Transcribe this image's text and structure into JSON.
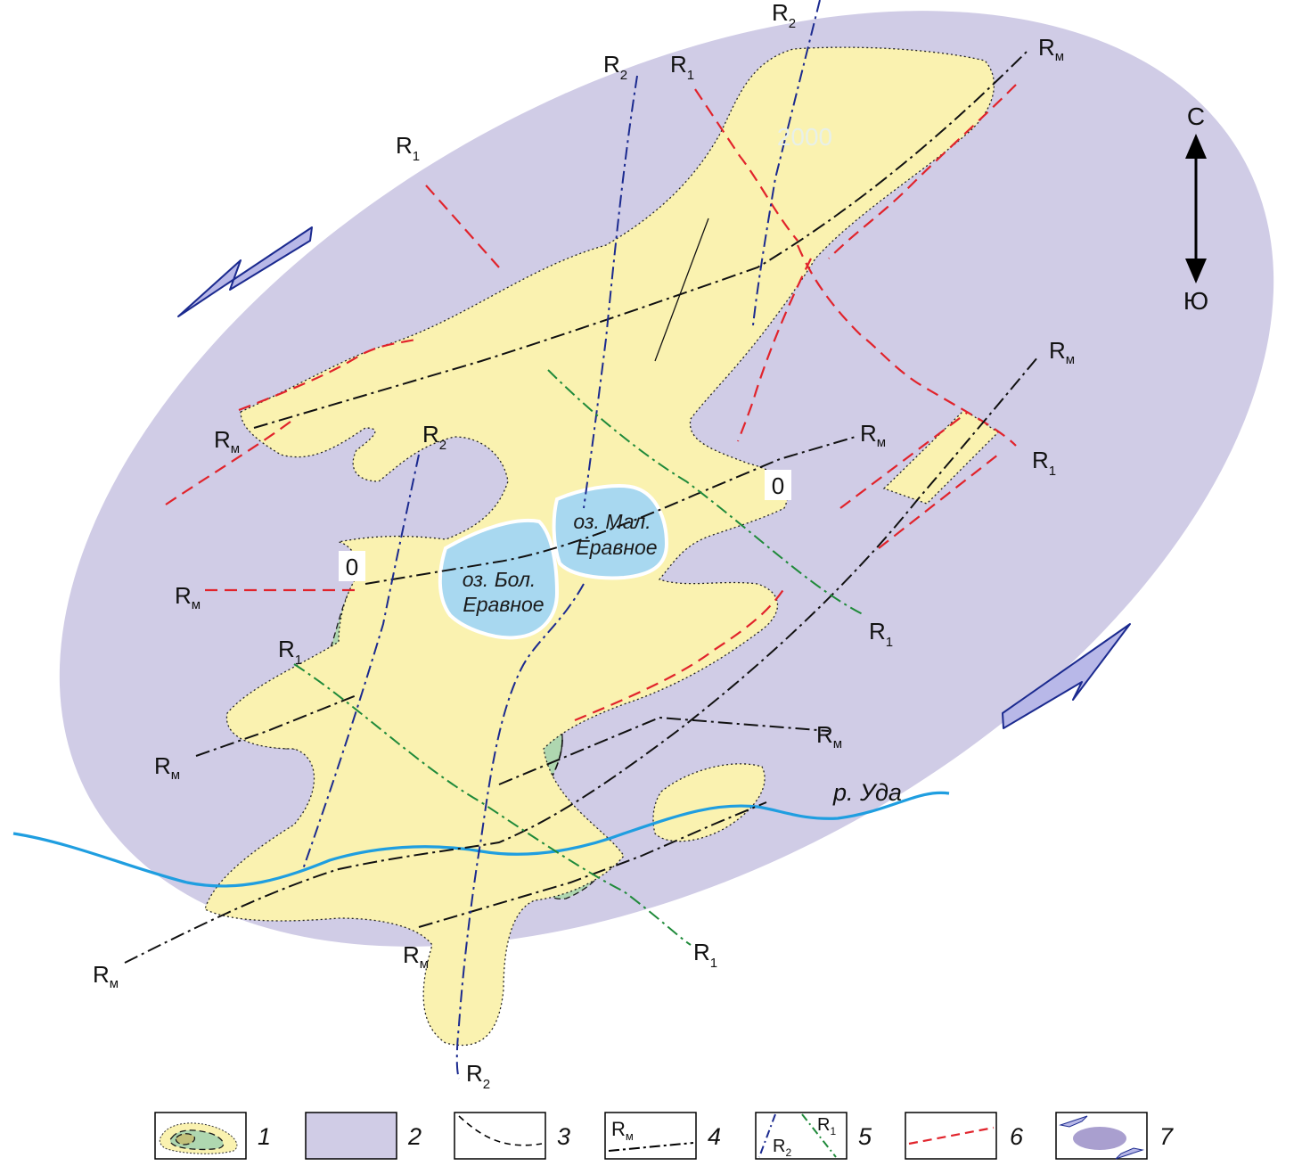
{
  "colors": {
    "ellipse": "#d0cce6",
    "sediment": "#faf2b0",
    "zone_green": "#afd7b0",
    "zone_olive": "#c2c07a",
    "zone_lime": "#bcc92a",
    "zone_dark": "#1f9c45",
    "zone_deep": "#4b8a72",
    "lake": "#a8d8f0",
    "river": "#1f9ee0",
    "axis_rm": "#111111",
    "axis_r2": "#1b2a8f",
    "axis_r1": "#1f8a3a",
    "fault": "#e1232b",
    "shear_arrow": "#b8b8e8",
    "shear_arrow_stroke": "#1b2a8f",
    "legend_ellipse": "#a99fcf"
  },
  "map_labels": {
    "peak_value": "2000",
    "contour_zero_a": "0",
    "contour_zero_b": "0",
    "lake_small_1": "оз. Мал.",
    "lake_small_2": "Еравное",
    "lake_big_1": "оз. Бол.",
    "lake_big_2": "Еравное",
    "river": "р. Уда"
  },
  "compass": {
    "north": "С",
    "south": "Ю"
  },
  "axis_labels": {
    "r": "R",
    "sub_m": "м",
    "sub_1": "1",
    "sub_2": "2"
  },
  "legend": [
    {
      "number": "1",
      "symbol": "isoline-zones"
    },
    {
      "number": "2",
      "symbol": "ellipse-fill"
    },
    {
      "number": "3",
      "symbol": "dashed-isoline"
    },
    {
      "number": "4",
      "symbol": "axis-Rm",
      "label": "R",
      "label_sub": "м"
    },
    {
      "number": "5",
      "symbol": "axes-R1-R2",
      "label_a": "R",
      "label_a_sub": "1",
      "label_b": "R",
      "label_b_sub": "2"
    },
    {
      "number": "6",
      "symbol": "red-dashed-fault"
    },
    {
      "number": "7",
      "symbol": "shear-ellipse"
    }
  ]
}
